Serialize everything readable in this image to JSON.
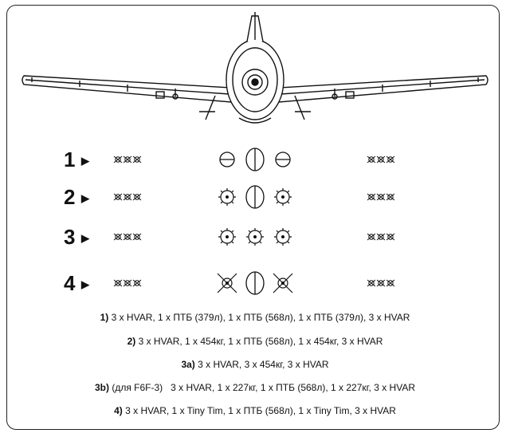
{
  "rows": [
    {
      "number": "1",
      "marker": "▶",
      "stores": [
        "ptb-small",
        "ptb-large",
        "ptb-small"
      ]
    },
    {
      "number": "2",
      "marker": "▶",
      "stores": [
        "bomb",
        "ptb-large",
        "bomb"
      ]
    },
    {
      "number": "3",
      "marker": "▶",
      "stores": [
        "bomb",
        "bomb",
        "bomb"
      ]
    },
    {
      "number": "4",
      "marker": "▶",
      "stores": [
        "tiny-tim",
        "ptb-large",
        "tiny-tim"
      ]
    }
  ],
  "captions": [
    {
      "label": "1)",
      "text": " 3 x HVAR, 1 x ПТБ (379л), 1 x ПТБ (568л), 1 x ПТБ (379л), 3 x HVAR"
    },
    {
      "label": "2)",
      "text": " 3 x HVAR, 1 x 454кг, 1 x ПТБ (568л), 1 x 454кг, 3 x HVAR"
    },
    {
      "label": "3a)",
      "text": " 3 x HVAR, 3 x 454кг, 3 x HVAR"
    },
    {
      "label": "3b)",
      "text": " (для F6F-3)   3 x HVAR, 1 x 227кг, 1 x ПТБ (568л), 1 x 227кг, 3 x HVAR"
    },
    {
      "label": "4)",
      "text": " 3 x HVAR, 1 x Tiny Tim, 1 x ПТБ (568л), 1 x Tiny Tim, 3 x HVAR"
    }
  ],
  "icons": {
    "rocket_group": "hvar-rocket-cluster-icon",
    "small_tank": "drop-tank-small-icon",
    "large_tank": "drop-tank-large-icon",
    "bomb": "bomb-icon",
    "tiny_tim": "tiny-tim-rocket-icon"
  }
}
